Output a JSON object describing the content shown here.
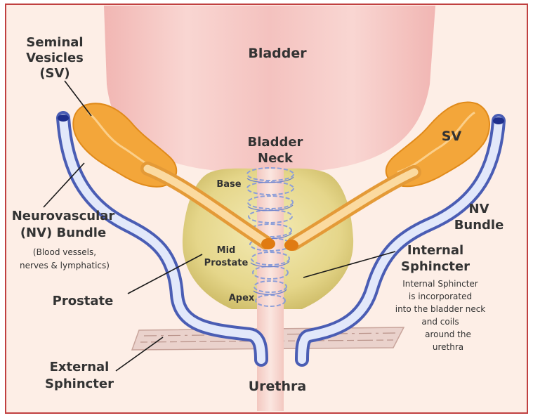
{
  "labels": {
    "bladder": "Bladder",
    "seminal_vesicles_1": "Seminal",
    "seminal_vesicles_2": "Vesicles",
    "seminal_vesicles_3": "(SV)",
    "sv_right": "SV",
    "bladder_neck_1": "Bladder",
    "bladder_neck_2": "Neck",
    "base": "Base",
    "nv_bundle_left_1": "Neurovascular",
    "nv_bundle_left_2": "(NV) Bundle",
    "nv_note_1": "(Blood vessels,",
    "nv_note_2": "nerves & lymphatics)",
    "nv_bundle_right_1": "NV",
    "nv_bundle_right_2": "Bundle",
    "mid_prostate_1": "Mid",
    "mid_prostate_2": "Prostate",
    "internal_sphincter_1": "Internal",
    "internal_sphincter_2": "Sphincter",
    "int_note_1": "Internal Sphincter",
    "int_note_2": "is incorporated",
    "int_note_3": "into the bladder neck",
    "int_note_4": "and coils",
    "int_note_5": "around the",
    "int_note_6": "urethra",
    "prostate": "Prostate",
    "apex": "Apex",
    "external_sphincter_1": "External",
    "external_sphincter_2": "Sphincter",
    "urethra": "Urethra"
  },
  "colors": {
    "background": "#fdeee6",
    "frame": "#c04040",
    "bladder": "#f6c9c5",
    "prostate": "#e6d98c",
    "seminal_vesicle": "#f4a83a",
    "vas": "#f6be6a",
    "nv_bundle": "#5d6fc2",
    "coil": "#8c9ed8",
    "external_sphincter": "#d4b0a8",
    "label": "#333333"
  }
}
